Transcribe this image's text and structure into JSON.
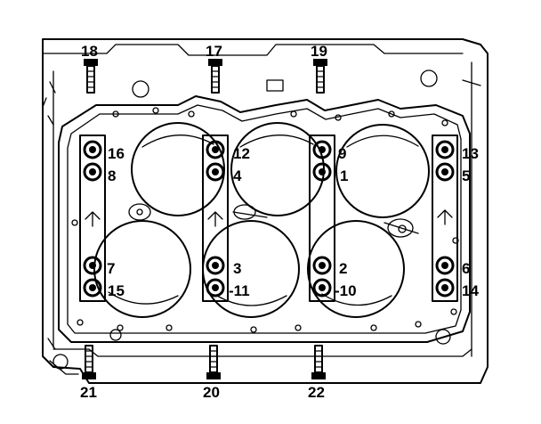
{
  "figure": {
    "description_type": "cylinder head bolt tightening sequence",
    "bolt_labels": [
      {
        "id": "bolt-18",
        "label": "18"
      },
      {
        "id": "bolt-17",
        "label": "17"
      },
      {
        "id": "bolt-19",
        "label": "19"
      },
      {
        "id": "bolt-16",
        "label": "16"
      },
      {
        "id": "bolt-8",
        "label": "8"
      },
      {
        "id": "bolt-12",
        "label": "12"
      },
      {
        "id": "bolt-4",
        "label": "4"
      },
      {
        "id": "bolt-9",
        "label": "9"
      },
      {
        "id": "bolt-1",
        "label": "1"
      },
      {
        "id": "bolt-13",
        "label": "13"
      },
      {
        "id": "bolt-5",
        "label": "5"
      },
      {
        "id": "bolt-7",
        "label": "7"
      },
      {
        "id": "bolt-15",
        "label": "15"
      },
      {
        "id": "bolt-3",
        "label": "3"
      },
      {
        "id": "bolt-11",
        "label": "-11"
      },
      {
        "id": "bolt-2",
        "label": "2"
      },
      {
        "id": "bolt-10",
        "label": "-10"
      },
      {
        "id": "bolt-6",
        "label": "6"
      },
      {
        "id": "bolt-14",
        "label": "14"
      },
      {
        "id": "bolt-21",
        "label": "21"
      },
      {
        "id": "bolt-20",
        "label": "20"
      },
      {
        "id": "bolt-22",
        "label": "22"
      }
    ]
  }
}
